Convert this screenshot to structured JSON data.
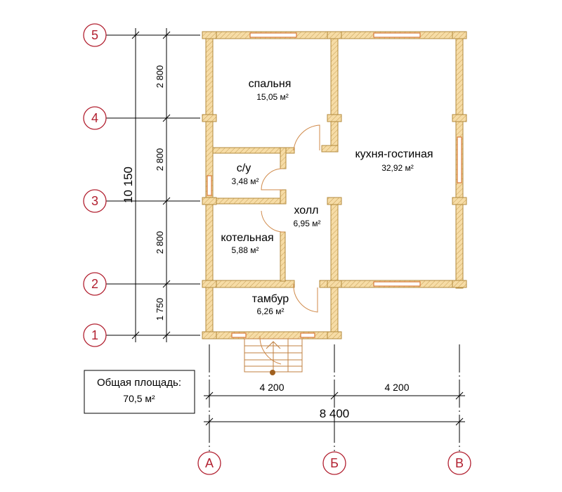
{
  "rooms": [
    {
      "name": "спальня",
      "area": "15,05 м²"
    },
    {
      "name": "кухня-гостиная",
      "area": "32,92 м²"
    },
    {
      "name": "с/у",
      "area": "3,48 м²"
    },
    {
      "name": "холл",
      "area": "6,95 м²"
    },
    {
      "name": "котельная",
      "area": "5,88 м²"
    },
    {
      "name": "тамбур",
      "area": "6,26 м²"
    }
  ],
  "axes_rows": [
    "5",
    "4",
    "3",
    "2",
    "1"
  ],
  "axes_cols": [
    "А",
    "Б",
    "В"
  ],
  "dims_vertical": [
    "2 800",
    "2 800",
    "2 800",
    "1 750"
  ],
  "dim_total_vertical": "10 150",
  "dims_horizontal": [
    "4 200",
    "4 200"
  ],
  "dim_total_horizontal": "8 400",
  "total_area": {
    "label": "Общая площадь:",
    "value": "70,5 м²"
  },
  "colors": {
    "wall_fill": "#f6dca6",
    "wall_stroke": "#b38a3c",
    "axis": "#b22030"
  }
}
